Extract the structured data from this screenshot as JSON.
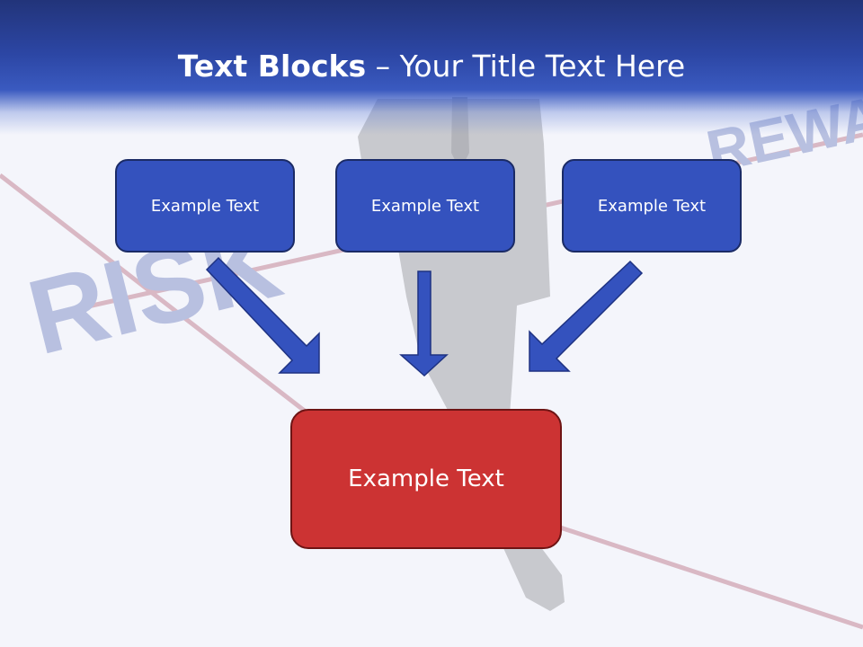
{
  "slide": {
    "title_bold": "Text Blocks",
    "title_dash": " – ",
    "title_rest": "Your Title Text Here"
  },
  "background": {
    "left_word": "RISK",
    "right_word": "REWARD"
  },
  "blocks": {
    "top_left": "Example Text",
    "top_center": "Example Text",
    "top_right": "Example Text",
    "bottom": "Example Text"
  },
  "colors": {
    "header_dark": "#22347a",
    "block_blue": "#3452be",
    "block_red": "#cc3333",
    "arrow_blue": "#3452be"
  }
}
